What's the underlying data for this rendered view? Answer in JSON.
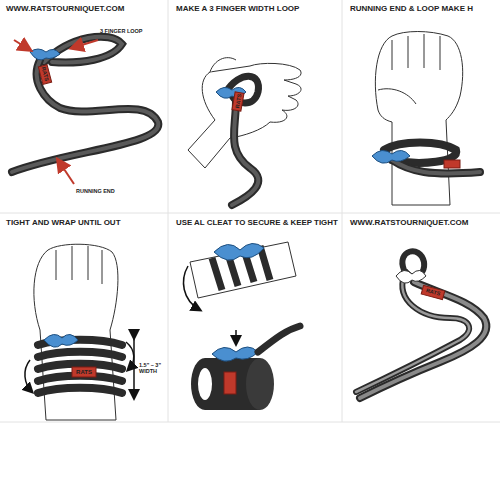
{
  "diagram": {
    "labels": [
      "WWW.RATSTOURNIQUET.COM",
      "3 FINGER LOOP",
      "RUNNING END",
      "RATS",
      "MAKE A 3 FINGER WIDTH LOOP",
      "RATS",
      "RUNNING END & LOOP MAKE H",
      "TIGHT AND WRAP UNTIL OUT",
      "1.5\" – 3\" WIDTH",
      "RATS",
      "USE AL CLEAT TO SECURE & KEEP TIGHT",
      "WWW.RATSTOURNIQUET.COM",
      "RATS"
    ]
  }
}
